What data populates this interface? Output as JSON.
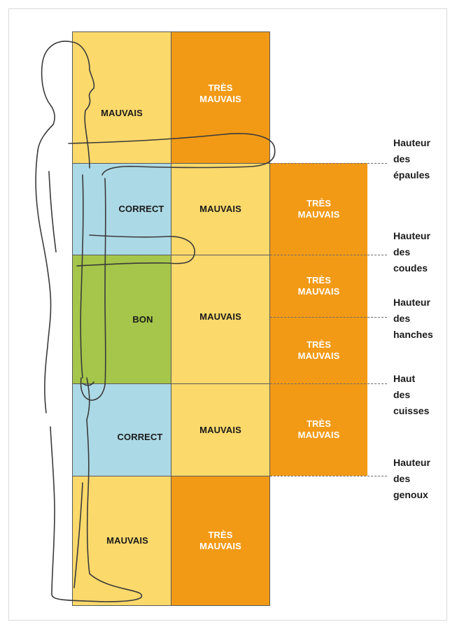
{
  "zones": {
    "col1": {
      "top": "MAUVAIS",
      "shoulders_elbows": "CORRECT",
      "elbows_thighs": "BON",
      "thighs_knees": "CORRECT",
      "below_knees": "MAUVAIS"
    },
    "col2": {
      "top": "TRÈS\nMAUVAIS",
      "shoulders_elbows": "MAUVAIS",
      "elbows_thighs": "MAUVAIS",
      "thighs_knees": "MAUVAIS",
      "below_knees": "TRÈS\nMAUVAIS"
    },
    "col3": {
      "shoulders_elbows": "TRÈS\nMAUVAIS",
      "elbows_hips": "TRÈS\nMAUVAIS",
      "hips_thighs": "TRÈS\nMAUVAIS",
      "thighs_knees": "TRÈS\nMAUVAIS"
    }
  },
  "height_labels": {
    "shoulders": "Hauteur\ndes\népaules",
    "elbows": "Hauteur\ndes\ncoudes",
    "hips": "Hauteur\ndes\nhanches",
    "thighs": "Haut\ndes\ncuisses",
    "knees": "Hauteur\ndes\ngenoux"
  },
  "colors": {
    "mauvais": "#fbd96b",
    "tres_mauvais": "#f29a16",
    "correct": "#acd9e6",
    "bon": "#a5c64a"
  }
}
